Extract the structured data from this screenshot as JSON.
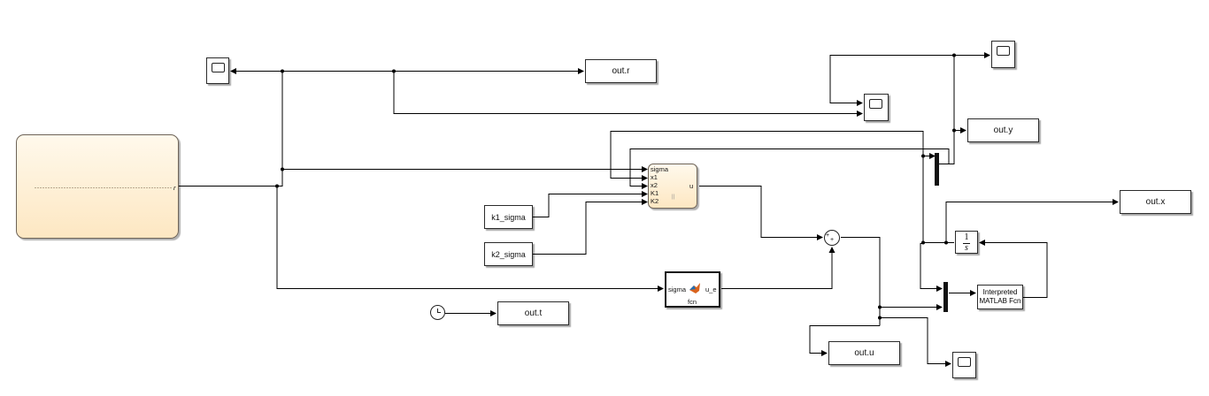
{
  "subsystem": {
    "port_label": "r"
  },
  "outputs": {
    "r": "out.r",
    "y": "out.y",
    "x": "out.x",
    "t": "out.t",
    "u": "out.u"
  },
  "constants": {
    "k1": "k1_sigma",
    "k2": "k2_sigma"
  },
  "controller": {
    "inputs": [
      "sigma",
      "x1",
      "x2",
      "K1",
      "K2"
    ],
    "output": "u",
    "status_glyph": "||"
  },
  "fcn": {
    "input": "sigma",
    "output": "u_e",
    "name": "fcn",
    "icon": "matlab-logo-icon"
  },
  "sum": {
    "sign_top": "+",
    "sign_bottom": "+"
  },
  "integrator": {
    "numerator": "1",
    "denominator": "s"
  },
  "interpreted": {
    "line1": "Interpreted",
    "line2": "MATLAB Fcn"
  },
  "colors": {
    "subsystem_fill": "#fde7c2",
    "line": "#000000",
    "matlab_orange": "#d9631e",
    "matlab_blue": "#1f6fb3"
  }
}
